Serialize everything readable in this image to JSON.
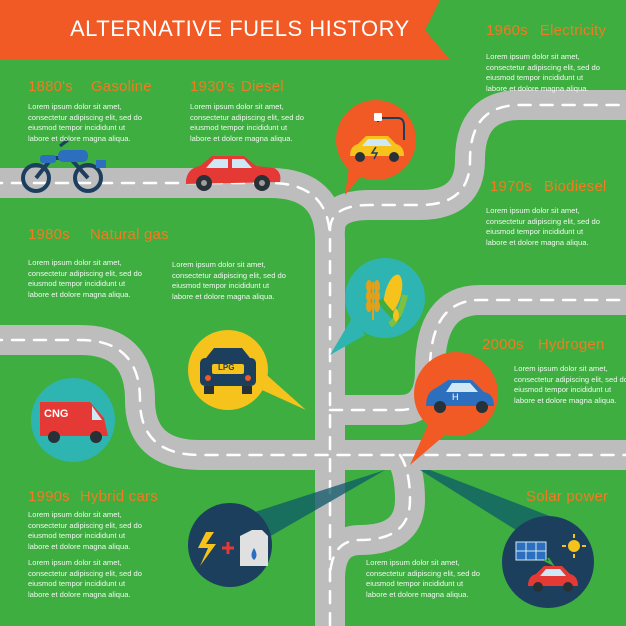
{
  "title": "ALTERNATIVE FUELS HISTORY",
  "colors": {
    "background": "#3dae3f",
    "banner": "#f15a24",
    "heading": "#f47a22",
    "road": "#bdbdbd",
    "lane": "#ffffff",
    "bubble_orange": "#f15a24",
    "bubble_yellow": "#f6c21c",
    "bubble_teal": "#2fb5b1",
    "bubble_navy": "#1c3f5e"
  },
  "lorem": {
    "line1": "Lorem ipsum dolor sit amet,",
    "line2": "consectetur adipiscing elit, sed do",
    "line3": "eiusmod tempor incididunt ut",
    "line4": "labore et dolore magna aliqua."
  },
  "sections": {
    "gasoline": {
      "era": "1880's",
      "name": "Gasoline"
    },
    "diesel": {
      "era": "1930's",
      "name": "Diesel"
    },
    "electricity": {
      "era": "1960s",
      "name": "Electricity"
    },
    "biodiesel": {
      "era": "1970s",
      "name": "Biodiesel"
    },
    "natural_gas": {
      "era": "1980s",
      "name": "Natural gas"
    },
    "hydrogen": {
      "era": "2000s",
      "name": "Hydrogen"
    },
    "hybrid": {
      "era": "1990s",
      "name": "Hybrid cars"
    },
    "solar": {
      "era": "",
      "name": "Solar power"
    }
  },
  "icons": {
    "electric_car": "electric-car-charging-icon",
    "biofuel": "corn-wheat-icon",
    "lpg_car": "lpg-car-icon",
    "cng_van": "cng-van-icon",
    "hydrogen_car": "hydrogen-car-icon",
    "hybrid": "electricity-plus-fuel-icon",
    "solar_car": "solar-panel-car-icon"
  },
  "labels": {
    "cng": "CNG",
    "lpg": "LPG",
    "h2": "H"
  }
}
